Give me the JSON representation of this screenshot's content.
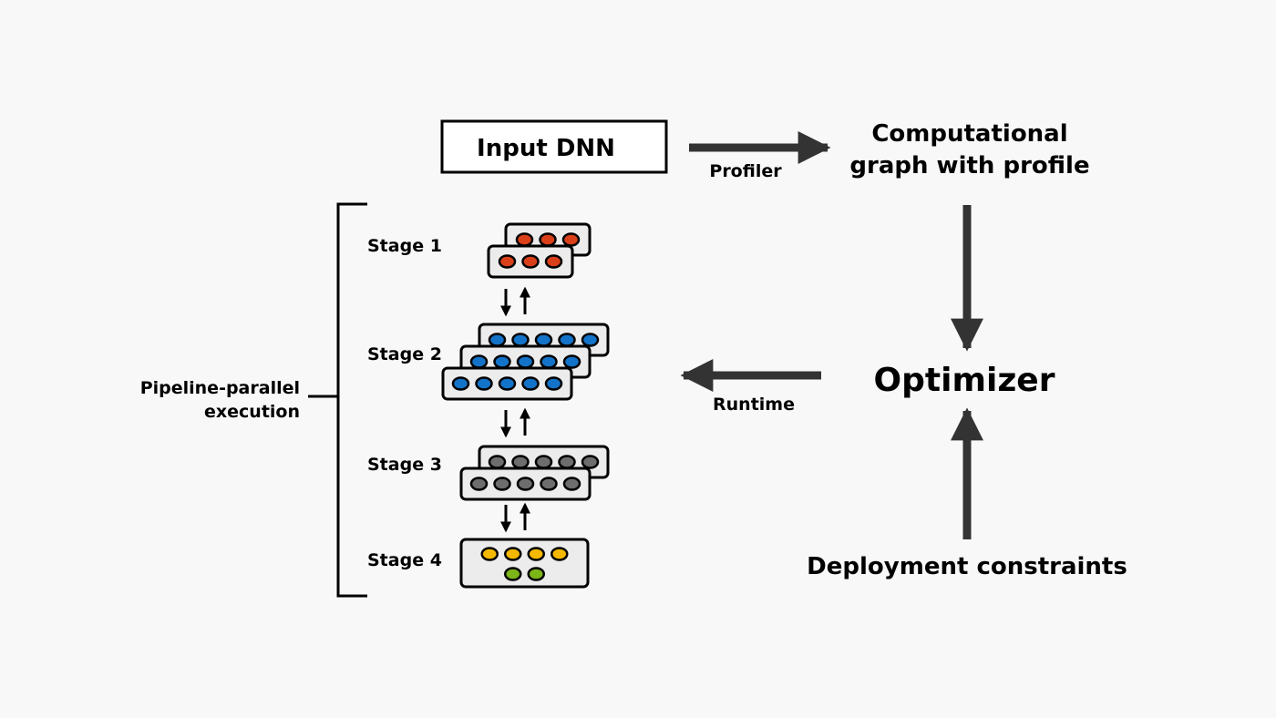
{
  "input": {
    "label": "Input DNN"
  },
  "profiler": {
    "label": "Profiler"
  },
  "graph": {
    "line1": "Computational",
    "line2": "graph with profile"
  },
  "optimizer": {
    "label": "Optimizer"
  },
  "runtime": {
    "label": "Runtime"
  },
  "constraints": {
    "label": "Deployment constraints"
  },
  "pipeline": {
    "line1": "Pipeline-parallel",
    "line2": "execution"
  },
  "stages": [
    {
      "label": "Stage 1",
      "replicas": 2,
      "node_color": "#d9401a",
      "nodes": 3
    },
    {
      "label": "Stage 2",
      "replicas": 3,
      "node_color": "#1373c9",
      "nodes": 5
    },
    {
      "label": "Stage 3",
      "replicas": 2,
      "node_color": "#6d6d6d",
      "nodes": 5
    },
    {
      "label": "Stage 4",
      "replicas": 1,
      "top_color": "#f5b800",
      "top_nodes": 4,
      "bottom_color": "#7cb518",
      "bottom_nodes": 2
    }
  ],
  "colors": {
    "arrow": "#333333",
    "card_fill": "#ececec",
    "box_fill": "#ffffff",
    "stroke": "#000000"
  }
}
